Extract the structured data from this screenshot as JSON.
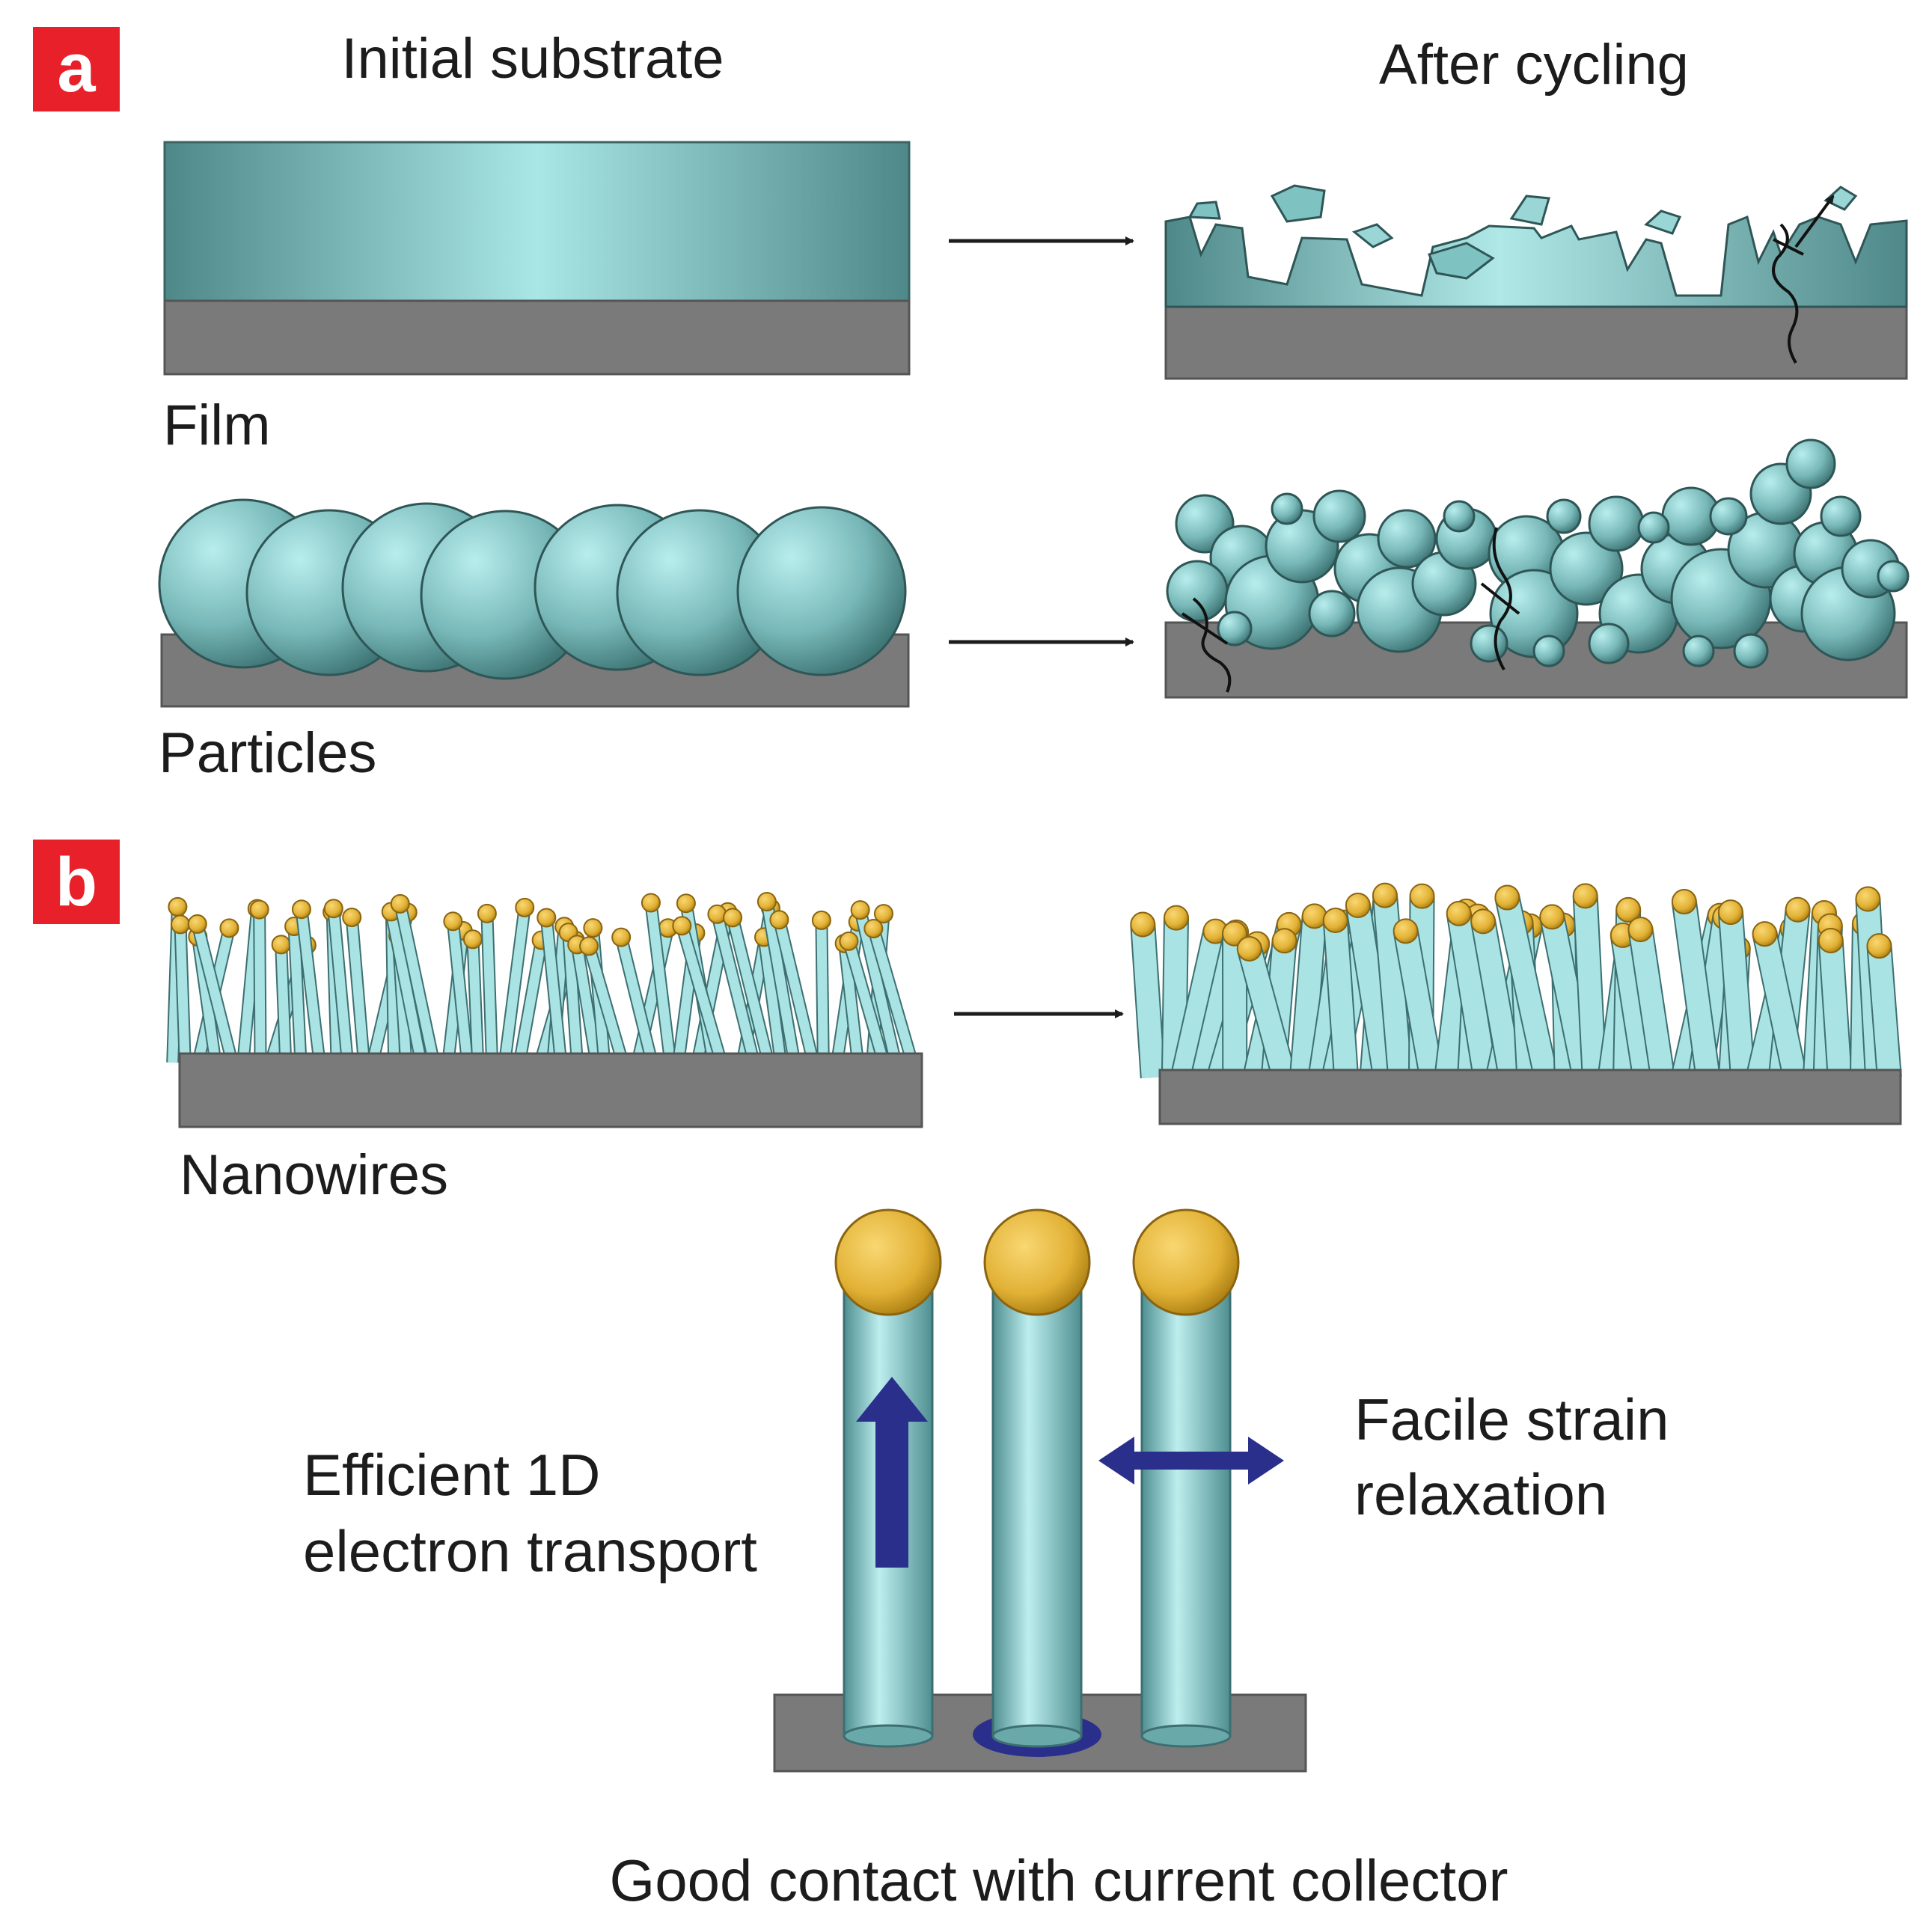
{
  "panels": {
    "a": {
      "badge": "a",
      "col_initial": "Initial substrate",
      "col_after": "After cycling",
      "film_label": "Film",
      "particles_label": "Particles"
    },
    "b": {
      "badge": "b",
      "nanowires_label": "Nanowires",
      "transport_label": [
        "Efficient 1D",
        "electron transport"
      ],
      "strain_label": [
        "Facile strain",
        "relaxation"
      ],
      "contact_label": "Good contact with current collector"
    }
  },
  "colors": {
    "badge": "#e8202a",
    "substrate": "#7a7a7a",
    "material_light": "#a6e3e3",
    "material_dark": "#4f8c8c",
    "catalyst": "#e3b43a",
    "arrow_blue": "#2a2f8c"
  }
}
